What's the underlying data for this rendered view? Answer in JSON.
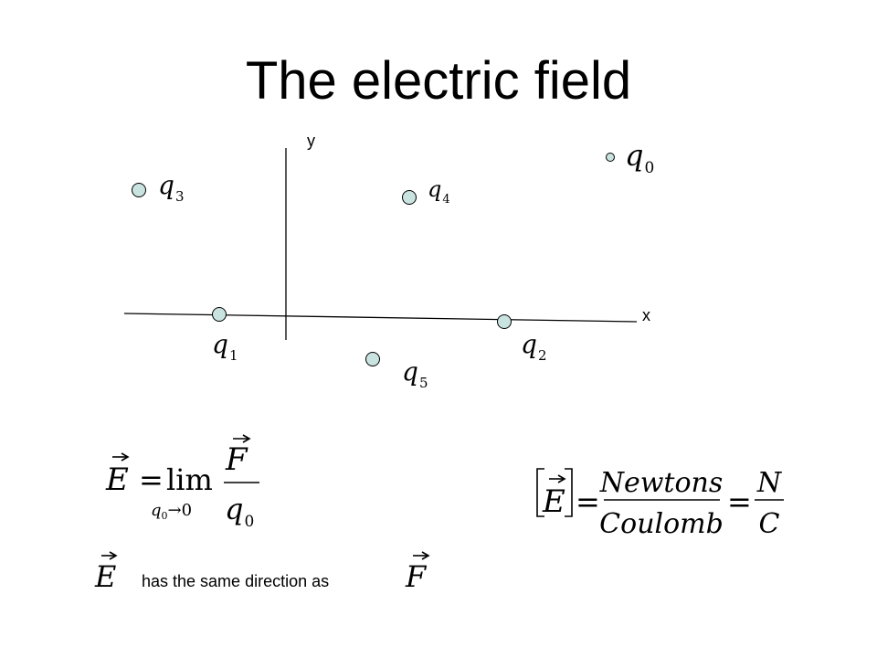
{
  "title": "The electric field",
  "axes": {
    "x_label": "x",
    "y_label": "y"
  },
  "charges": [
    {
      "symbol": "q",
      "index": "3"
    },
    {
      "symbol": "q",
      "index": "4"
    },
    {
      "symbol": "q",
      "index": "0"
    },
    {
      "symbol": "q",
      "index": "1"
    },
    {
      "symbol": "q",
      "index": "2"
    },
    {
      "symbol": "q",
      "index": "5"
    }
  ],
  "colors": {
    "charge_fill": "#c9e4e0",
    "charge_stroke": "#000000",
    "ink": "#000000"
  },
  "formula_definition": {
    "lhs": "E",
    "equals": "=",
    "lim": "lim",
    "limit_sub": "q",
    "limit_sub_index": "0",
    "limit_arrow_to": "→0",
    "numerator": "F",
    "denominator": "q",
    "denominator_index": "0"
  },
  "formula_units": {
    "lhs": "E",
    "equals_1": "=",
    "numerator_1": "Newtons",
    "denominator_1": "Coulomb",
    "equals_2": "=",
    "numerator_2": "N",
    "denominator_2": "C"
  },
  "direction_note": {
    "symbol_left": "E",
    "text": "has the same direction as",
    "symbol_right": "F"
  }
}
